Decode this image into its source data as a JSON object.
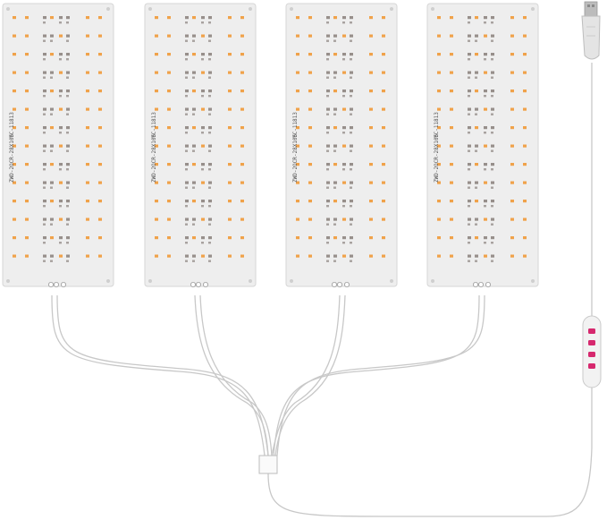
{
  "colors": {
    "board": "#eeeeee",
    "board_edge": "#d6d6d6",
    "led_warm": "#f0a24a",
    "led_dark": "#7a6f6a",
    "cable": "#c8c8c8",
    "controller": "#f2f2f2",
    "button": "#d6286e"
  },
  "panels": [
    {
      "code": "ZWD-2OCR-28X105",
      "model": "YC-11813"
    },
    {
      "code": "ZWD-2OCR-28X105",
      "model": "YC-11813"
    },
    {
      "code": "ZWD-2OCR-28X105",
      "model": "YC-11813"
    },
    {
      "code": "ZWD-2OCR-28X105",
      "model": "YC-11813"
    }
  ],
  "controller": {
    "buttons": 4
  },
  "icons": {
    "plug": "usb-plug-icon",
    "splitter": "cable-splitter-icon"
  }
}
